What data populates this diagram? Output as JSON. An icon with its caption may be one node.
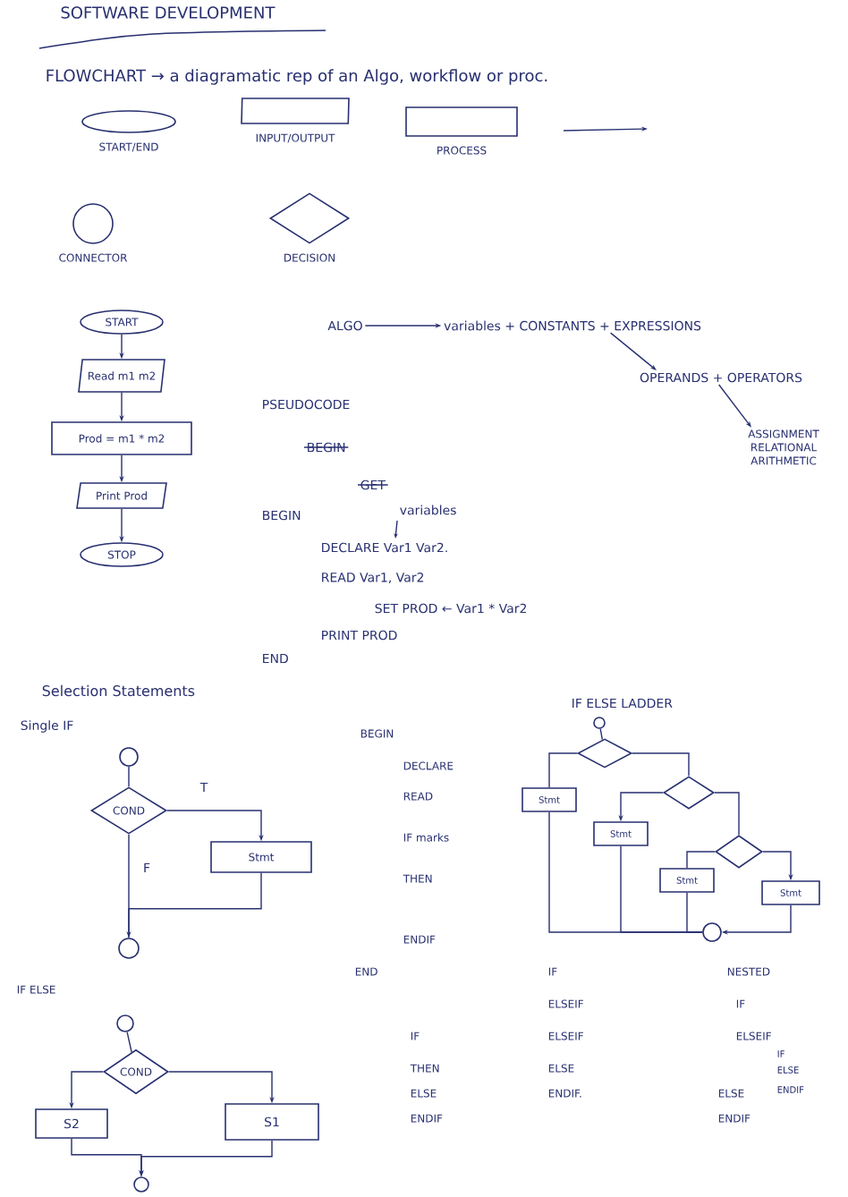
{
  "diagram": {
    "title": "SOFTWARE DEVELOPMENT",
    "nodes": [
      {
        "text": [],
        "shape": "oval",
        "beside": [
          "START/END"
        ]
      },
      {
        "text": [],
        "shape": "parallelogram",
        "beside": [
          "INPUT/OUTPUT"
        ]
      },
      {
        "text": [],
        "shape": "box",
        "beside": [
          "PROCESS"
        ]
      },
      {
        "text": [],
        "shape": "circle",
        "beside": [
          "CONNECTOR"
        ]
      },
      {
        "text": [],
        "shape": "diamond",
        "beside": [
          "DECISION"
        ]
      },
      {
        "text": [
          "START"
        ]
      },
      {
        "text": [
          "Read m1 m2"
        ]
      },
      {
        "text": [
          "Prod = m1 * m2"
        ]
      },
      {
        "text": [
          "Print Prod"
        ]
      },
      {
        "text": [
          "STOP"
        ]
      },
      {
        "text": [
          "ALGO"
        ]
      },
      {
        "text": [
          "variables + CONSTANTS + EXPRESSIONS"
        ]
      },
      {
        "text": [
          "OPERANDS + OPERATORS"
        ]
      },
      {
        "text": [
          "ASSIGNMENT",
          "RELATIONAL",
          "ARITHMETIC"
        ]
      },
      {
        "text": [],
        "shape": "circle"
      },
      {
        "text": [
          "COND"
        ]
      },
      {
        "text": [
          "Stmt"
        ]
      },
      {
        "text": [],
        "shape": "circle"
      },
      {
        "text": [],
        "shape": "circle"
      },
      {
        "text": [],
        "shape": "diamond"
      },
      {
        "text": [
          "Stmt"
        ]
      },
      {
        "text": [],
        "shape": "diamond"
      },
      {
        "text": [
          "Stmt"
        ]
      },
      {
        "text": [],
        "shape": "diamond"
      },
      {
        "text": [
          "Stmt"
        ]
      },
      {
        "text": [
          "Stmt"
        ]
      },
      {
        "text": [],
        "shape": "circle"
      },
      {
        "text": [],
        "shape": "circle"
      },
      {
        "text": [
          "COND"
        ]
      },
      {
        "text": [
          "S2"
        ]
      },
      {
        "text": [
          "S1"
        ]
      },
      {
        "text": [],
        "shape": "circle"
      }
    ],
    "edges": [
      {
        "from": 5,
        "to": 6,
        "arrow": "to"
      },
      {
        "from": 6,
        "to": 7,
        "arrow": "to"
      },
      {
        "from": 7,
        "to": 8,
        "arrow": "to"
      },
      {
        "from": 8,
        "to": 9,
        "arrow": "to"
      },
      {
        "from": 10,
        "to": 11,
        "arrow": "to"
      },
      {
        "from": 11,
        "to": 12,
        "arrow": "to"
      },
      {
        "from": 12,
        "to": 13,
        "arrow": "to"
      },
      {
        "from": 14,
        "to": 15,
        "arrow": "none"
      },
      {
        "from": 15,
        "to": 16,
        "arrow": "to",
        "label": "T"
      },
      {
        "from": 15,
        "to": 17,
        "arrow": "none",
        "label": "F"
      },
      {
        "from": 16,
        "to": 17,
        "arrow": "to"
      },
      {
        "from": 18,
        "to": 19,
        "arrow": "none"
      },
      {
        "from": 19,
        "to": 20,
        "arrow": "none"
      },
      {
        "from": 19,
        "to": 21,
        "arrow": "none"
      },
      {
        "from": 21,
        "to": 22,
        "arrow": "to"
      },
      {
        "from": 21,
        "to": 23,
        "arrow": "none"
      },
      {
        "from": 23,
        "to": 24,
        "arrow": "none"
      },
      {
        "from": 23,
        "to": 25,
        "arrow": "to"
      },
      {
        "from": 20,
        "to": 26,
        "arrow": "none"
      },
      {
        "from": 22,
        "to": 26,
        "arrow": "none"
      },
      {
        "from": 24,
        "to": 26,
        "arrow": "none"
      },
      {
        "from": 25,
        "to": 26,
        "arrow": "to"
      },
      {
        "from": 27,
        "to": 28,
        "arrow": "none"
      },
      {
        "from": 28,
        "to": 29,
        "arrow": "to"
      },
      {
        "from": 28,
        "to": 30,
        "arrow": "to"
      },
      {
        "from": 29,
        "to": 31,
        "arrow": "to"
      },
      {
        "from": 30,
        "to": 31,
        "arrow": "to"
      }
    ],
    "labels": [
      "FLOWCHART → a diagramatic rep of an Algo, workflow or proc.",
      "PSEUDOCODE",
      "BEGIN",
      "GET",
      "BEGIN",
      "variables",
      "DECLARE Var1 Var2.",
      "READ Var1, Var2",
      "SET PROD ← Var1 * Var2",
      "PRINT PROD",
      "END",
      "Selection Statements",
      "Single IF",
      "IF ELSE LADDER",
      "BEGIN",
      "DECLARE",
      "READ",
      "IF marks",
      "THEN",
      "ENDIF",
      "END",
      "IF",
      "NESTED",
      "IF ELSE",
      "ELSEIF",
      "IF",
      "IF",
      "ELSEIF",
      "ELSEIF",
      "IF",
      "THEN",
      "ELSE",
      "ELSE",
      "ELSE",
      "ENDIF.",
      "ELSE",
      "ENDIF",
      "ENDIF",
      "ENDIF"
    ]
  }
}
